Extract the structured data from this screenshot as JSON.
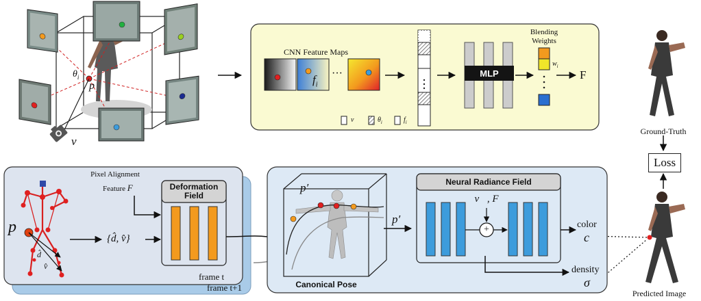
{
  "labels": {
    "cnn_feature_maps": "CNN Feature Maps",
    "fi": "f",
    "fi_sub": "i",
    "dots": "···",
    "mlp": "MLP",
    "blending": "Blending",
    "weights": "Weights",
    "wi": "w",
    "wi_sub": "i",
    "F_out": "F",
    "legend_v": "v⃗",
    "legend_theta": "θ",
    "legend_theta_sub": "i",
    "legend_f": "f",
    "legend_f_sub": "i",
    "theta_i": "θ",
    "theta_i_sub": "i",
    "p_top": "p",
    "v_cam": "v⃗",
    "ground_truth": "Ground-Truth",
    "loss": "Loss",
    "predicted_image": "Predicted Image",
    "pixel_alignment": "Pixel Alignment",
    "feature_f": "Feature",
    "feature_f_sym": "F",
    "deformation_title": "Deformation",
    "deformation_title2": "Field",
    "p_left": "p",
    "d_hat": "d̂",
    "v_hat": "v̂",
    "d_v_set": "{d̂, v̂}",
    "frame_t": "frame t",
    "frame_t1": "frame t+1",
    "p_prime_box": "p′",
    "p_prime_arrow": "p′",
    "canonical_pose": "Canonical Pose",
    "nrf_title": "Neural Radiance Field",
    "v_F": "v⃗, F",
    "plus": "+",
    "color": "color",
    "c": "c",
    "density": "density",
    "sigma": "σ"
  },
  "colors": {
    "yellow_panel": "#fafad2",
    "blue_panel": "#dde9f5",
    "blue_panel_back": "#a9cbe8",
    "orange_bar": "#f39a1e",
    "blue_bar": "#3d9cdc",
    "gray_bar": "#cccccc",
    "skeleton_red": "#e02020",
    "skeleton_blue": "#2f49a8",
    "weight_orange": "#f29a1e",
    "weight_yellow": "#f0e62a",
    "weight_blue": "#2a6fd0"
  },
  "icons": [
    "camera-icon",
    "plus-icon",
    "human-photo-icon",
    "human-mesh-icon"
  ]
}
